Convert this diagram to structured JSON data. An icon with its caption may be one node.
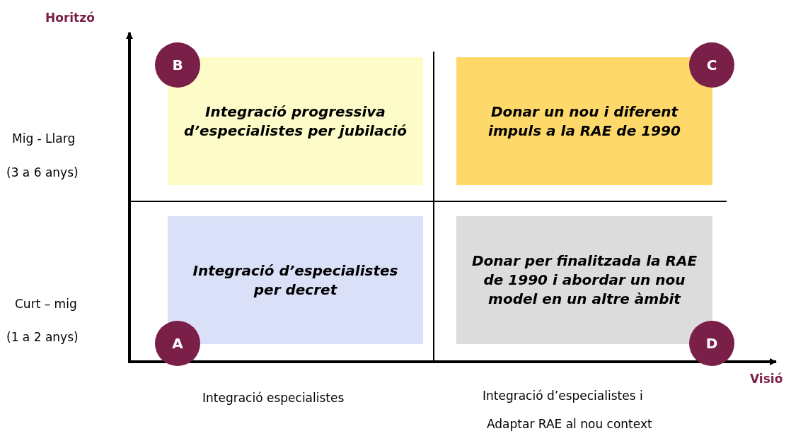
{
  "diagram": {
    "nodes": [
      {
        "text": [
          "B"
        ]
      },
      {
        "text": [
          "Integració progressiva d’especialistes per jubilació"
        ]
      },
      {
        "text": [
          "C"
        ]
      },
      {
        "text": [
          "Donar un nou i diferent impuls a la RAE de 1990"
        ]
      },
      {
        "text": [
          "Integració d’especialistes per decret"
        ]
      },
      {
        "text": [
          "Donar per finalitzada la RAE de 1990 i abordar un nou model en un altre àmbit"
        ]
      },
      {
        "text": [
          "A"
        ]
      },
      {
        "text": [
          "D"
        ]
      }
    ],
    "edges": [],
    "labels": [
      "Horitzó",
      "Mig - Llarg",
      "(3 a 6 anys)",
      "Curt – mig",
      "(1 a 2 anys)",
      "Visió",
      "Integració especialistes",
      "Integració d’especialistes i",
      "Adaptar RAE al nou context"
    ]
  }
}
